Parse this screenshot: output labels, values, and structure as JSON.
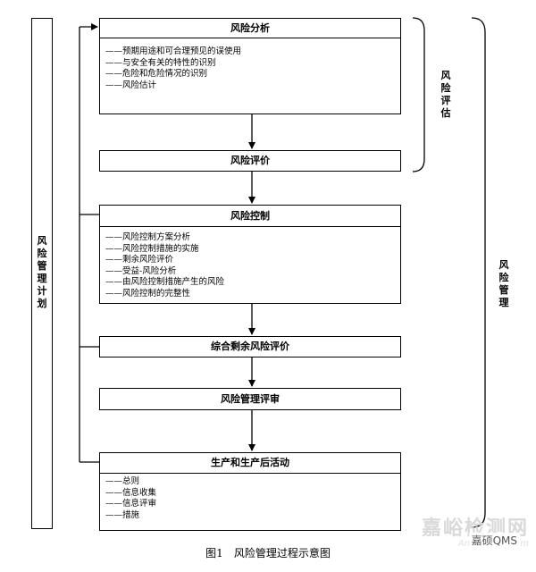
{
  "left_bar": {
    "label": "风险管理计划"
  },
  "right_bracket_top": {
    "label": "风险评估"
  },
  "right_bracket_outer": {
    "label": "风险管理"
  },
  "boxes": {
    "risk_analysis": {
      "title": "风险分析",
      "items": [
        "——预期用途和可合理预见的误使用",
        "——与安全有关的特性的识别",
        "——危险和危险情况的识别",
        "——风险估计"
      ]
    },
    "risk_evaluation": {
      "title": "风险评价"
    },
    "risk_control": {
      "title": "风险控制",
      "items": [
        "——风险控制方案分析",
        "——风险控制措施的实施",
        "——剩余风险评价",
        "——受益-风险分析",
        "——由风险控制措施产生的风险",
        "——风险控制的完整性"
      ]
    },
    "overall_residual": {
      "title": "综合剩余风险评价"
    },
    "risk_review": {
      "title": "风险管理评审"
    },
    "production": {
      "title": "生产和生产后活动",
      "items": [
        "——总则",
        "——信息收集",
        "——信息评审",
        "——措施"
      ]
    }
  },
  "caption": {
    "fig": "图1",
    "text": "风险管理过程示意图"
  },
  "watermark": {
    "title": "嘉峪检测网",
    "url": "AnyTesting.com",
    "badge": "嘉硕QMS"
  }
}
